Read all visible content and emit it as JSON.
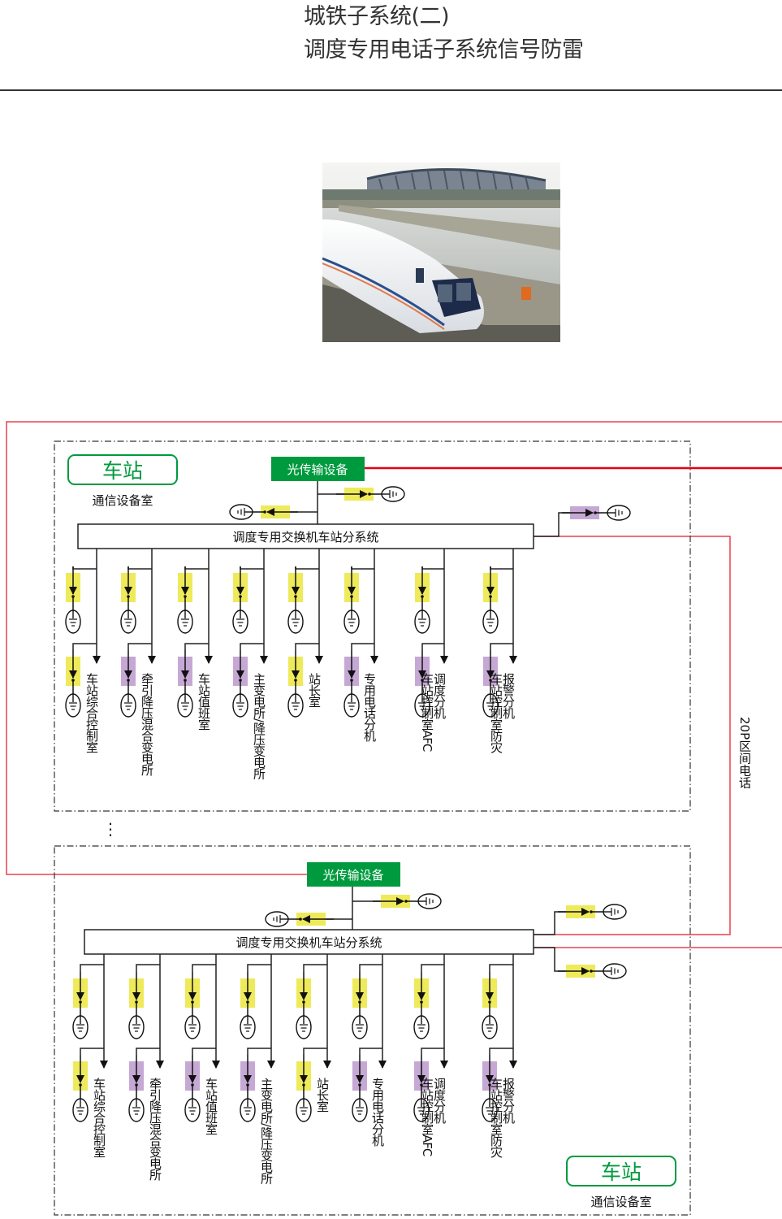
{
  "header": {
    "title_line1": "城铁子系统(二)",
    "title_line2": "调度专用电话子系统信号防雷"
  },
  "photo": {
    "subject": "maglev-train-photo"
  },
  "colors": {
    "green": "#009a3e",
    "red": "#e60012",
    "yellow": "#eeea5a",
    "purple": "#c6a8d4",
    "line": "#222222"
  },
  "stations": [
    {
      "station_label": "车站",
      "room_label": "通信设备室",
      "optical_label": "光传输设备",
      "switch_label": "调度专用交换机车站分系统",
      "branches": [
        {
          "label": "车站综合控制室",
          "upper_spd": "yellow",
          "lower_spd": "yellow"
        },
        {
          "label": "牵引降压混合变电所",
          "upper_spd": "yellow",
          "lower_spd": "purple"
        },
        {
          "label": "车站值班室",
          "upper_spd": "yellow",
          "lower_spd": "purple"
        },
        {
          "label": "主变电所/降压变电所",
          "upper_spd": "yellow",
          "lower_spd": "purple"
        },
        {
          "label": "站长室",
          "upper_spd": "yellow",
          "lower_spd": "yellow"
        },
        {
          "label": "专用电话分机",
          "upper_spd": "yellow",
          "lower_spd": "purple"
        },
        {
          "label": "调度分机",
          "label2": "车站控制室AFC",
          "upper_spd": "yellow",
          "lower_spd": "purple"
        },
        {
          "label": "报警分机",
          "label2": "车站控制室防灾",
          "upper_spd": "yellow",
          "lower_spd": "purple"
        }
      ]
    },
    {
      "station_label": "车站",
      "room_label": "通信设备室",
      "optical_label": "光传输设备",
      "switch_label": "调度专用交换机车站分系统",
      "branches": [
        {
          "label": "车站综合控制室",
          "upper_spd": "yellow",
          "lower_spd": "yellow"
        },
        {
          "label": "牵引降压混合变电所",
          "upper_spd": "yellow",
          "lower_spd": "purple"
        },
        {
          "label": "车站值班室",
          "upper_spd": "yellow",
          "lower_spd": "purple"
        },
        {
          "label": "主变电所/降压变电所",
          "upper_spd": "yellow",
          "lower_spd": "purple"
        },
        {
          "label": "站长室",
          "upper_spd": "yellow",
          "lower_spd": "yellow"
        },
        {
          "label": "专用电话分机",
          "upper_spd": "yellow",
          "lower_spd": "purple"
        },
        {
          "label": "调度分机",
          "label2": "车站控制室AFC",
          "upper_spd": "yellow",
          "lower_spd": "purple"
        },
        {
          "label": "报警分机",
          "label2": "车站控制室防灾",
          "upper_spd": "yellow",
          "lower_spd": "purple"
        }
      ]
    }
  ],
  "interval_phone_label": "20P区间电话",
  "ellipsis": "⋮"
}
